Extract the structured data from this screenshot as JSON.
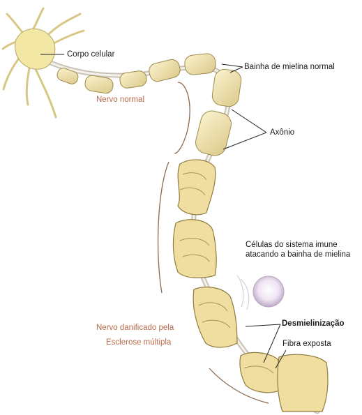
{
  "labels": {
    "cell_body": "Corpo  celular",
    "myelin_sheath": "Bainha de mielina normal",
    "normal_nerve": "Nervo normal",
    "axon": "Axônio",
    "immune_cells": "Células do sistema imune atacando a bainha de mielina",
    "damaged_nerve_line1": "Nervo danificado pela",
    "damaged_nerve_line2": "Esclerose múltipla",
    "demyelination": "Desmielinização",
    "exposed_fiber": "Fibra exposta"
  },
  "colors": {
    "myelin_fill": "#f2e6b0",
    "myelin_stroke": "#9c8a4e",
    "axon": "#dad6cc",
    "cell_body": "#f3e7a6",
    "accent_text": "#b86a4a",
    "immune_cell": "#e8dcec",
    "bracket": "#8a6a50"
  }
}
